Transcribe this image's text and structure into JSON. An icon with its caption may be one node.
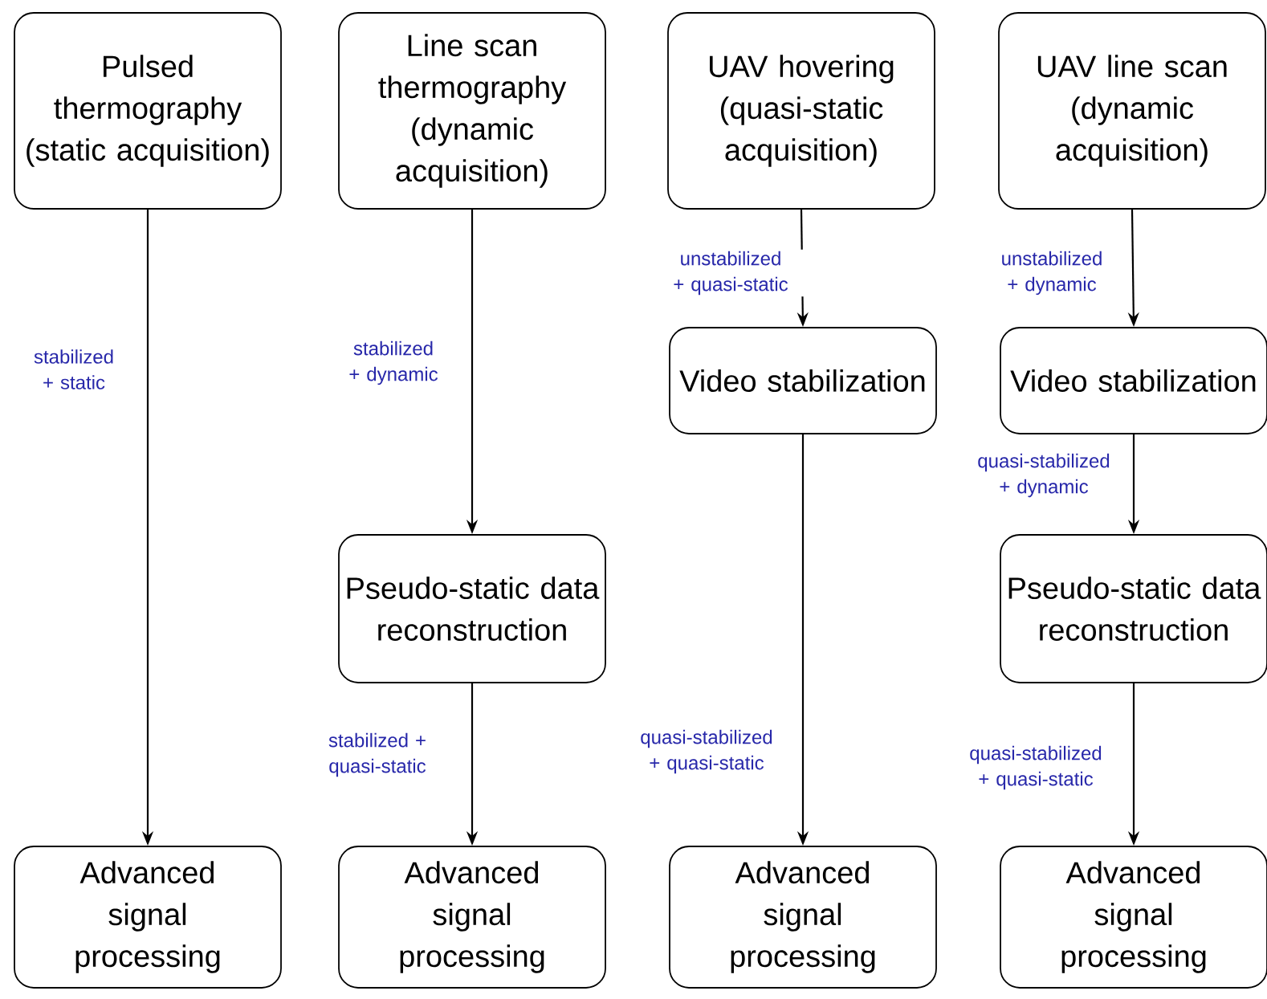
{
  "diagram": {
    "nodes": [
      {
        "text": [
          "Pulsed thermography (static acquisition)"
        ]
      },
      {
        "text": [
          "Line scan thermography (dynamic acquisition)"
        ]
      },
      {
        "text": [
          "UAV hovering (quasi-static acquisition)"
        ]
      },
      {
        "text": [
          "UAV line scan (dynamic acquisition)"
        ]
      },
      {
        "text": [
          "Video stabilization"
        ]
      },
      {
        "text": [
          "Video stabilization"
        ]
      },
      {
        "text": [
          "Pseudo-static data reconstruction"
        ]
      },
      {
        "text": [
          "Pseudo-static data reconstruction"
        ]
      },
      {
        "text": [
          "Advanced signal processing"
        ]
      },
      {
        "text": [
          "Advanced signal processing"
        ]
      },
      {
        "text": [
          "Advanced signal processing"
        ]
      },
      {
        "text": [
          "Advanced signal processing"
        ]
      }
    ],
    "edges": [
      {
        "from": 0,
        "to": 8,
        "arrow": "to",
        "label": "stabilized + static"
      },
      {
        "from": 1,
        "to": 6,
        "arrow": "to",
        "label": "stabilized + dynamic"
      },
      {
        "from": 6,
        "to": 9,
        "arrow": "to",
        "label": "stabilized + quasi-static"
      },
      {
        "from": 2,
        "to": 4,
        "arrow": "to",
        "label": "unstabilized + quasi-static"
      },
      {
        "from": 4,
        "to": 10,
        "arrow": "to",
        "label": "quasi-stabilized + quasi-static"
      },
      {
        "from": 3,
        "to": 5,
        "arrow": "to",
        "label": "unstabilized + dynamic"
      },
      {
        "from": 5,
        "to": 7,
        "arrow": "to",
        "label": "quasi-stabilized + dynamic"
      },
      {
        "from": 7,
        "to": 11,
        "arrow": "to",
        "label": "quasi-stabilized + quasi-static"
      }
    ]
  }
}
